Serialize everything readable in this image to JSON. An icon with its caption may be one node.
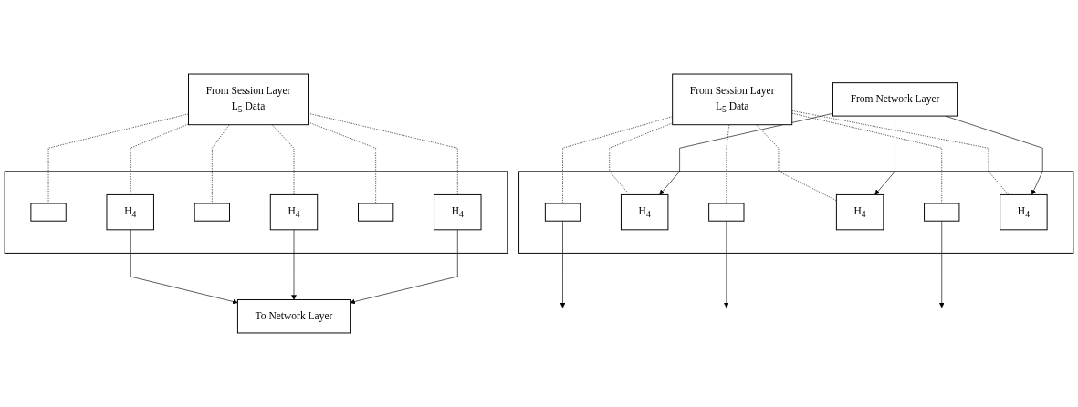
{
  "diagram": {
    "nodes": [
      {
        "text": [
          "From Session Layer",
          "L$_{5}$ Data"
        ]
      },
      {
        "text": [],
        "shape": "box"
      },
      {
        "text": [],
        "shape": "box",
        "in": 1
      },
      {
        "text": [
          "H$_{4}$"
        ],
        "in": 1
      },
      {
        "text": [],
        "shape": "box",
        "in": 1
      },
      {
        "text": [
          "H$_{4}$"
        ],
        "in": 1
      },
      {
        "text": [],
        "shape": "box",
        "in": 1
      },
      {
        "text": [
          "H$_{4}$"
        ],
        "in": 1
      },
      {
        "text": [
          "To Network Layer"
        ]
      },
      {
        "text": [
          "From Session Layer",
          "L$_{5}$ Data"
        ]
      },
      {
        "text": [],
        "shape": "box"
      },
      {
        "text": [],
        "shape": "box",
        "in": 10
      },
      {
        "text": [
          "H$_{4}$"
        ],
        "in": 10
      },
      {
        "text": [],
        "shape": "box",
        "in": 10
      },
      {
        "text": [
          "H$_{4}$"
        ],
        "in": 10
      },
      {
        "text": [],
        "shape": "box",
        "in": 10
      },
      {
        "text": [
          "H$_{4}$"
        ],
        "in": 10
      },
      {
        "text": [
          "From Network Layer"
        ]
      }
    ],
    "edges": [
      {
        "from": 0,
        "to": 2,
        "arrow": "none",
        "style": "dashed"
      },
      {
        "from": 0,
        "to": 3,
        "arrow": "none",
        "style": "dashed"
      },
      {
        "from": 0,
        "to": 4,
        "arrow": "none",
        "style": "dashed"
      },
      {
        "from": 0,
        "to": 5,
        "arrow": "none",
        "style": "dashed"
      },
      {
        "from": 0,
        "to": 6,
        "arrow": "none",
        "style": "dashed"
      },
      {
        "from": 0,
        "to": 7,
        "arrow": "none",
        "style": "dashed"
      },
      {
        "from": 3,
        "to": 8,
        "arrow": "to"
      },
      {
        "from": 5,
        "to": 8,
        "arrow": "to"
      },
      {
        "from": 7,
        "to": 8,
        "arrow": "to"
      },
      {
        "from": 9,
        "to": 11,
        "arrow": "none",
        "style": "dashed"
      },
      {
        "from": 9,
        "to": 12,
        "arrow": "none",
        "style": "dashed"
      },
      {
        "from": 9,
        "to": 13,
        "arrow": "none",
        "style": "dashed"
      },
      {
        "from": 9,
        "to": 14,
        "arrow": "none",
        "style": "dashed"
      },
      {
        "from": 9,
        "to": 15,
        "arrow": "none",
        "style": "dashed"
      },
      {
        "from": 9,
        "to": 16,
        "arrow": "none",
        "style": "dashed"
      },
      {
        "from": 11,
        "to": null,
        "arrow": "to"
      },
      {
        "from": 13,
        "to": null,
        "arrow": "to"
      },
      {
        "from": 15,
        "to": null,
        "arrow": "to"
      },
      {
        "from": 17,
        "to": 12,
        "arrow": "to"
      },
      {
        "from": 17,
        "to": 14,
        "arrow": "to"
      },
      {
        "from": 17,
        "to": 16,
        "arrow": "to"
      }
    ]
  }
}
